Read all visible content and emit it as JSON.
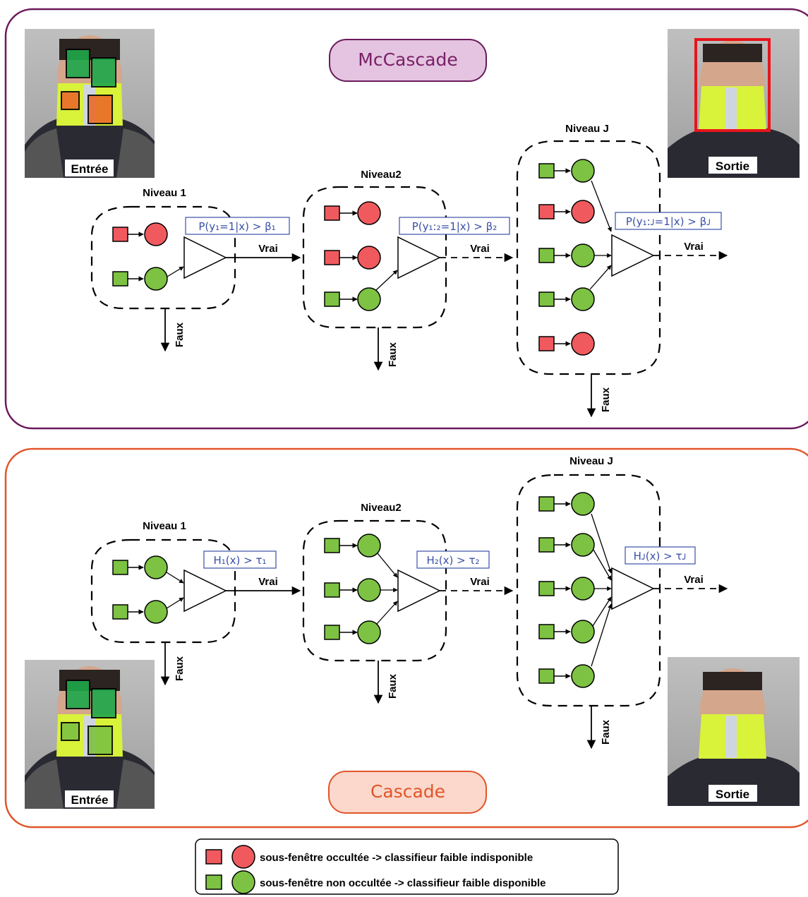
{
  "colors": {
    "mc_border": "#6b1a5c",
    "mc_title_fill": "#e4c4e0",
    "mc_title_text": "#7a1f67",
    "cascade_border": "#e0552a",
    "cascade_title_fill": "#fbd8cb",
    "cascade_title_text": "#e0552a",
    "occluded": "#f05a5e",
    "available": "#7dc242",
    "formula": "#3a4fa8",
    "detection_box": "#e8141c"
  },
  "mccascade": {
    "title": "McCascade",
    "input_label": "Entrée",
    "output_label": "Sortie",
    "level1": {
      "label": "Niveau 1",
      "formula": "P(y₁=1|x) > β₁",
      "reject": "Faux",
      "accept": "Vrai"
    },
    "level2": {
      "label": "Niveau2",
      "formula": "P(y₁:₂=1|x) > β₂",
      "reject": "Faux",
      "accept": "Vrai"
    },
    "levelJ": {
      "label": "Niveau J",
      "formula": "P(y₁:ᴊ=1|x) > βᴊ",
      "reject": "Faux",
      "accept": "Vrai"
    }
  },
  "cascade": {
    "title": "Cascade",
    "input_label": "Entrée",
    "output_label": "Sortie",
    "level1": {
      "label": "Niveau 1",
      "formula": "H₁(x) > τ₁",
      "reject": "Faux",
      "accept": "Vrai"
    },
    "level2": {
      "label": "Niveau2",
      "formula": "H₂(x) > τ₂",
      "reject": "Faux",
      "accept": "Vrai"
    },
    "levelJ": {
      "label": "Niveau J",
      "formula": "Hᴊ(x) > τᴊ",
      "reject": "Faux",
      "accept": "Vrai"
    }
  },
  "legend": {
    "occluded": "sous-fenêtre occultée -> classifieur faible indisponible",
    "available": "sous-fenêtre non occultée -> classifieur faible disponible"
  }
}
